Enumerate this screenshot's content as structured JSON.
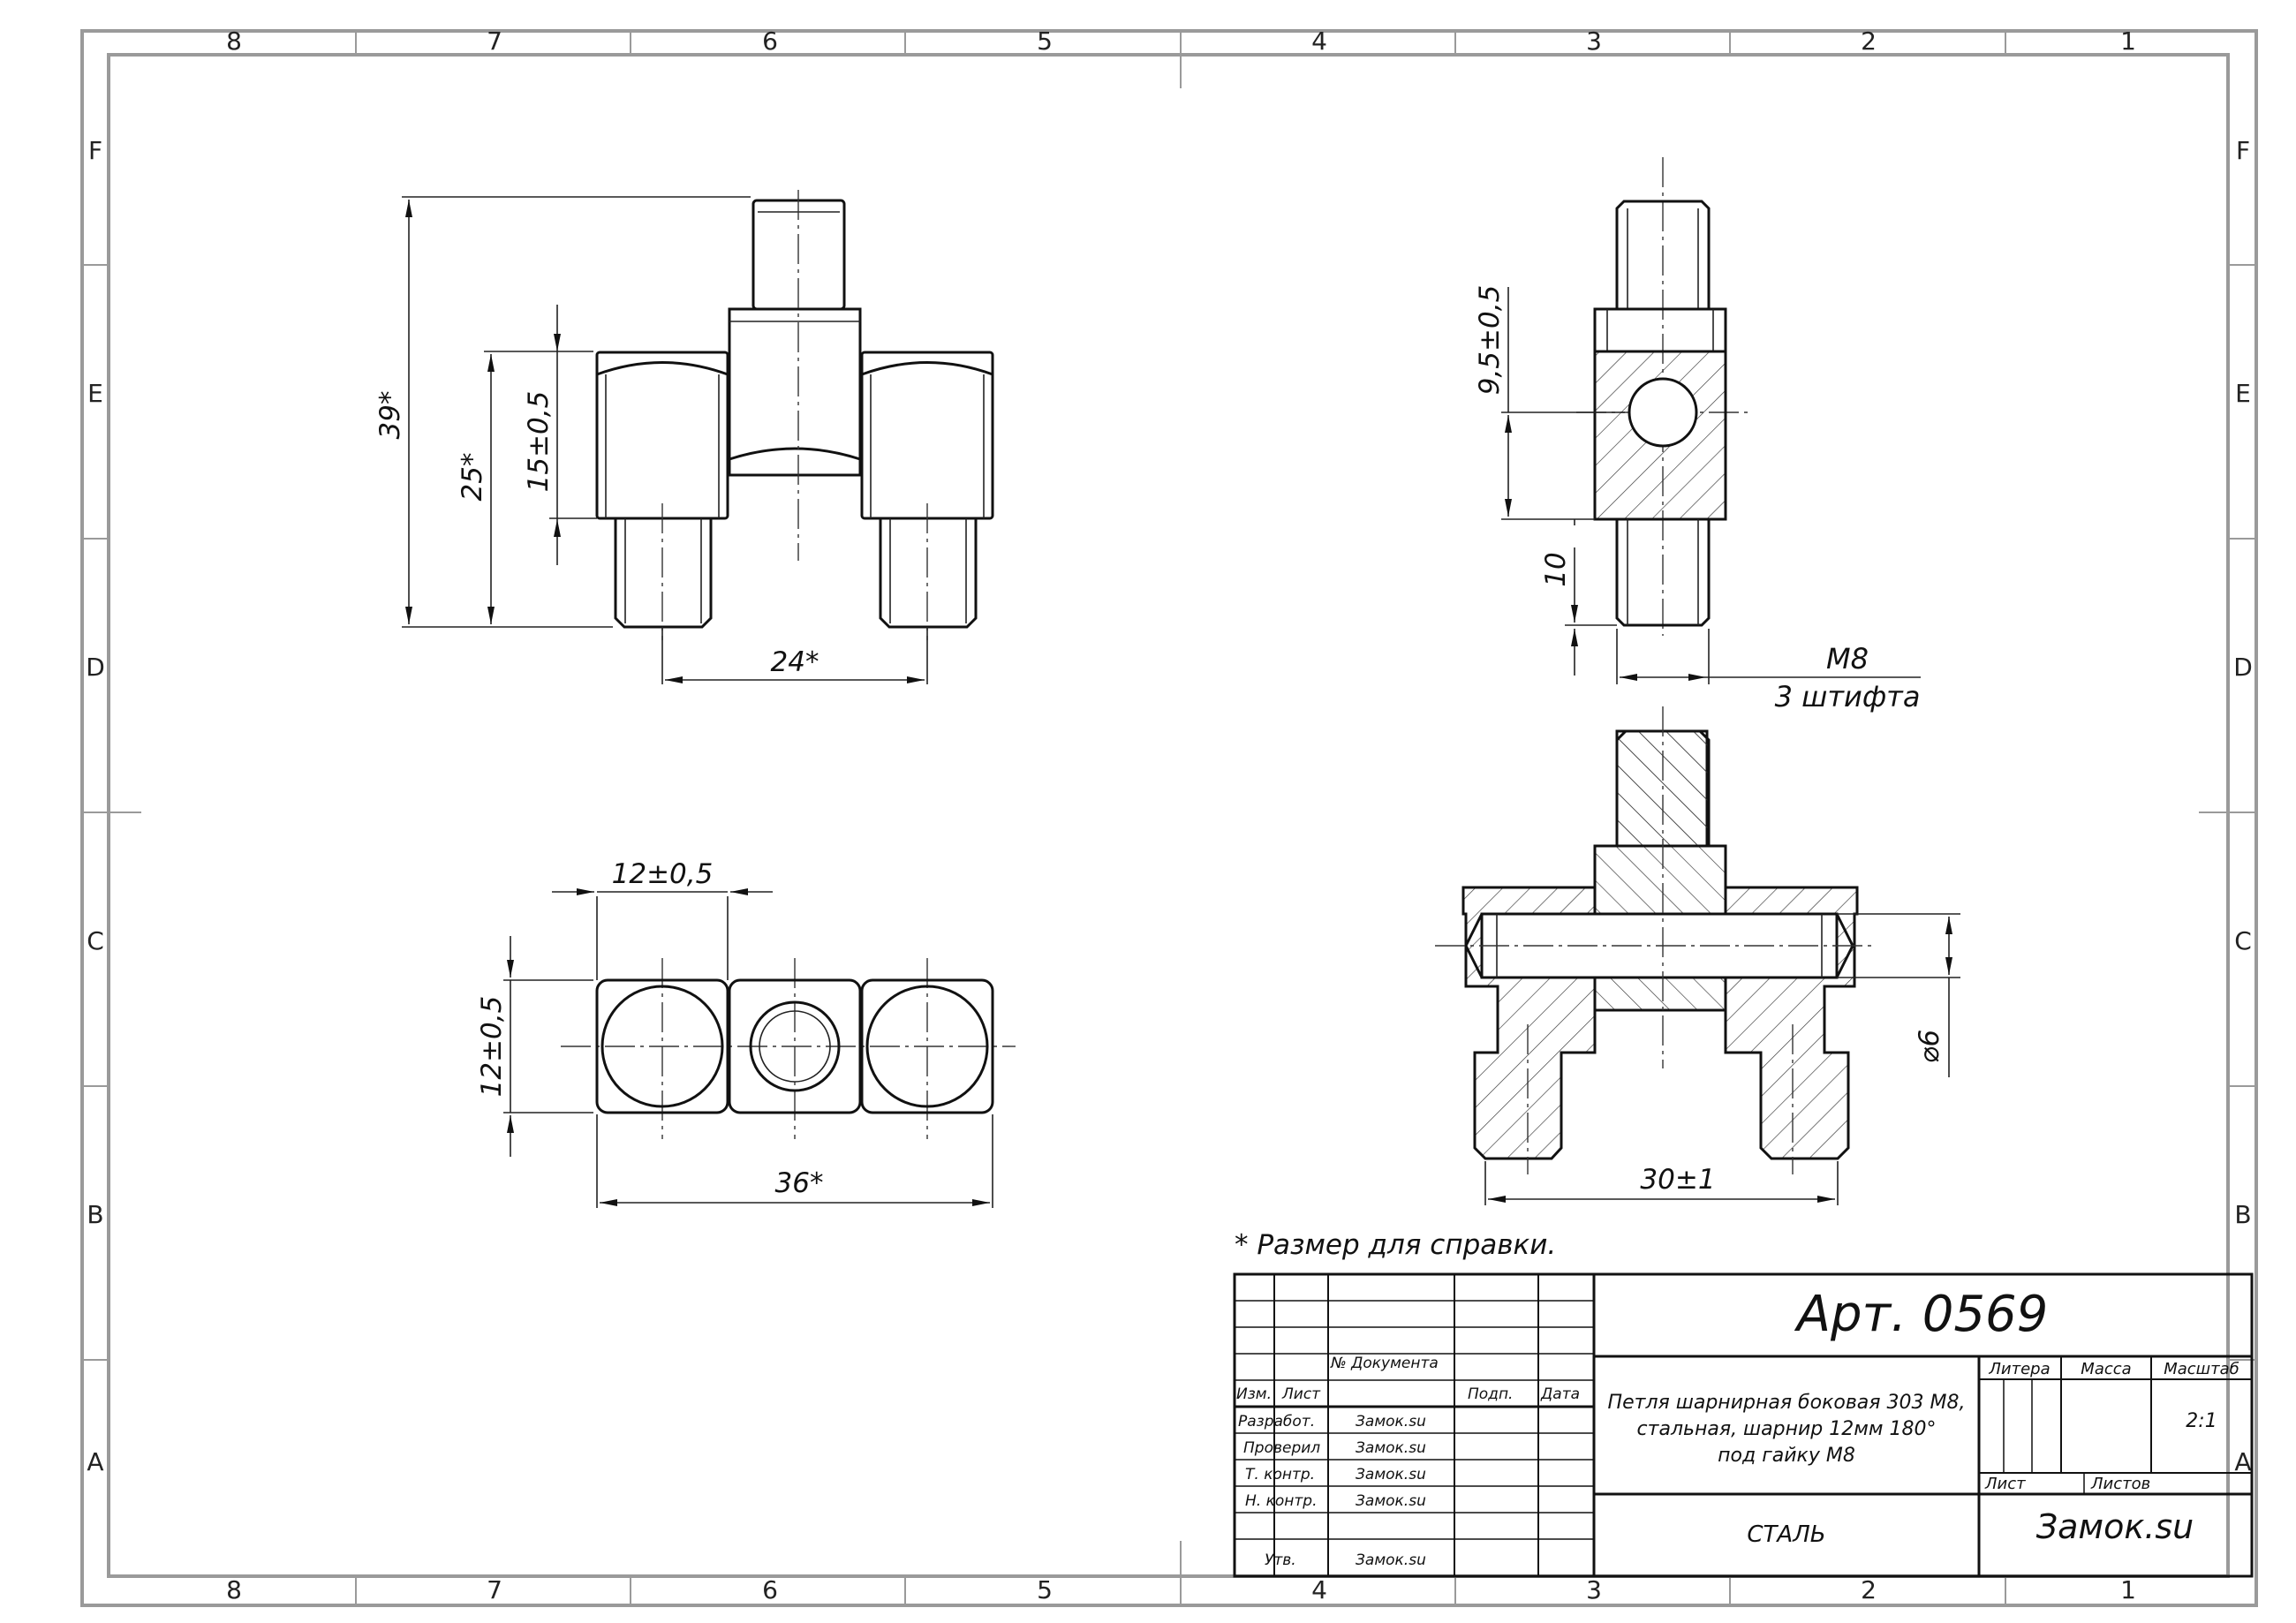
{
  "border": {
    "columns": [
      "8",
      "7",
      "6",
      "5",
      "4",
      "3",
      "2",
      "1"
    ],
    "rows": [
      "F",
      "E",
      "D",
      "C",
      "B",
      "A"
    ]
  },
  "dimensions": {
    "front_overall_height": "39*",
    "front_body_height": "25*",
    "front_block_height": "15±0,5",
    "front_pin_spacing": "24*",
    "side_hole_offset": "9,5±0,5",
    "side_pin_length": "10",
    "thread": "M8",
    "thread_note": "3 штифта",
    "top_block_width": "12±0,5",
    "top_block_depth": "12±0,5",
    "top_overall_width": "36*",
    "section_pin_diameter": "⌀6",
    "section_span": "30±1"
  },
  "note": "* Размер для справки.",
  "title_block": {
    "article": "Арт. 0569",
    "description_lines": [
      "Петля шарнирная боковая 303 М8,",
      "стальная, шарнир 12мм 180°",
      "под гайку М8"
    ],
    "material": "СТАЛЬ",
    "company": "Замок.su",
    "hdr_izm": "Изм.",
    "hdr_list": "Лист",
    "hdr_doc": "№ Документа",
    "hdr_podp": "Подп.",
    "hdr_data": "Дата",
    "roles": [
      {
        "role": "Разработ.",
        "name": "Замок.su"
      },
      {
        "role": "Проверил",
        "name": "Замок.su"
      },
      {
        "role": "Т. контр.",
        "name": "Замок.su"
      },
      {
        "role": "Н. контр.",
        "name": "Замок.su"
      },
      {
        "role": "Утв.",
        "name": "Замок.su"
      }
    ],
    "litera_label": "Литера",
    "mass_label": "Масса",
    "scale_label": "Масштаб",
    "scale": "2:1",
    "sheet_label": "Лист",
    "sheets_label": "Листов"
  }
}
